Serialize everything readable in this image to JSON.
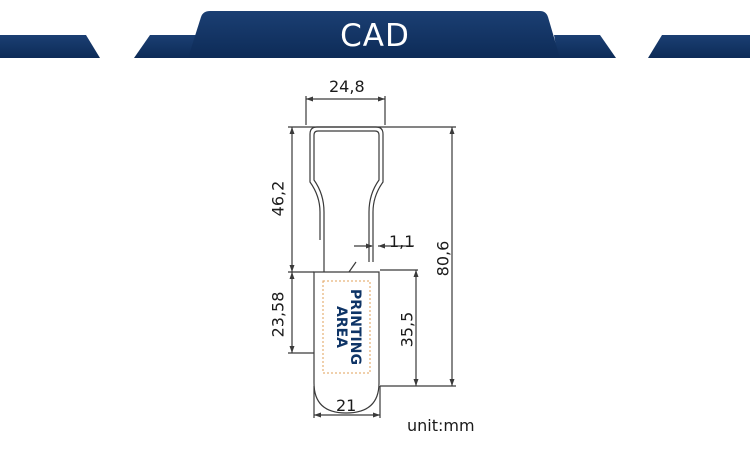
{
  "header": {
    "title": "CAD",
    "color": "#12315f"
  },
  "dimensions": {
    "top_width": "24,8",
    "neck_height": "46,2",
    "wire": "1,1",
    "total_height": "80,6",
    "body_height": "23,58",
    "body_inner_height": "35,5",
    "bottom_width": "21"
  },
  "printing_area": {
    "line1": "PRINTING",
    "line2": "AREA",
    "color": "#0e3466"
  },
  "unit_label": "unit:mm"
}
